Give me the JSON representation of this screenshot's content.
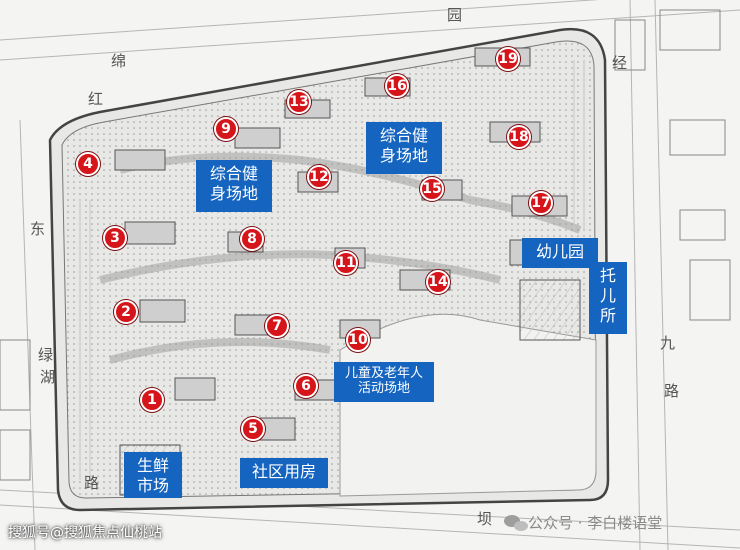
{
  "markers": [
    "1",
    "2",
    "3",
    "4",
    "5",
    "6",
    "7",
    "8",
    "9",
    "10",
    "11",
    "12",
    "13",
    "14",
    "15",
    "16",
    "17",
    "18",
    "19"
  ],
  "labels": {
    "fitness_center_left": "综合健\n身场地",
    "fitness_center_right": "综合健\n身场地",
    "kindergarten": "幼儿园",
    "nursery": "托\n儿\n所",
    "kids_elderly_area": "儿童及老年人\n活动场地",
    "fresh_market": "生鲜\n市场",
    "community_housing": "社区用房"
  },
  "roads": [
    "园",
    "红",
    "绵",
    "东",
    "湖",
    "绿",
    "路",
    "坝",
    "九",
    "路",
    "经"
  ],
  "watermarks": {
    "left": "搜狐号@搜狐焦点仙桃站",
    "right": "公众号 · 李白楼语堂"
  },
  "colors": {
    "marker": "#d6151b",
    "label": "#1565c0"
  }
}
